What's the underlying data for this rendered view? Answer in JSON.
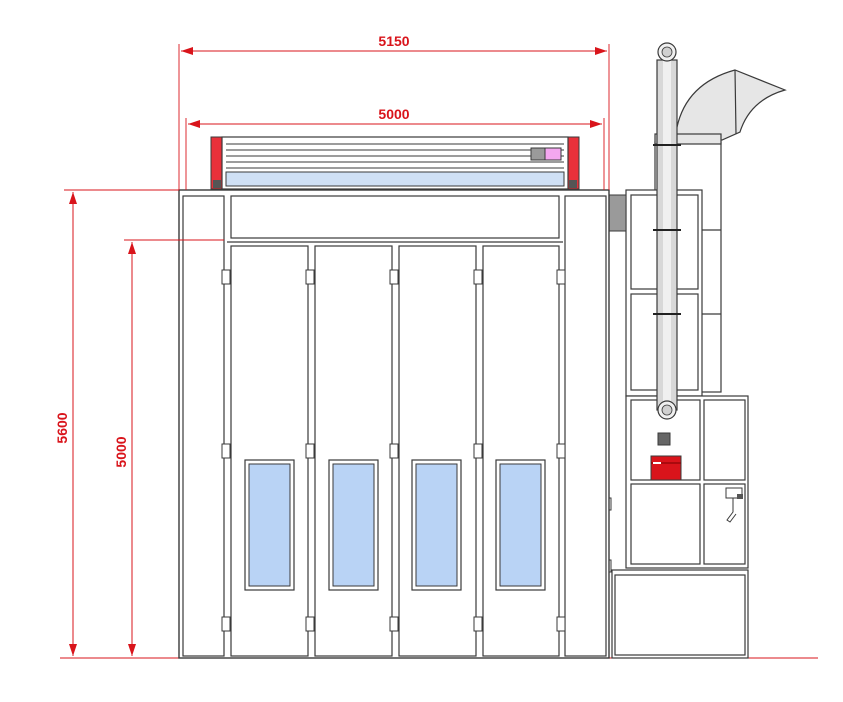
{
  "dimensions": {
    "overall_width": "5150",
    "inner_width": "5000",
    "overall_height": "5600",
    "door_height": "5000"
  },
  "colors": {
    "dimension": "#d9141b",
    "outline": "#3a3a3a",
    "glass": "#b9d3f5",
    "light_panel": "#f4a7f0",
    "burner": "#d9141b",
    "duct": "#e6e6e6",
    "frame_red": "#e8313a"
  }
}
